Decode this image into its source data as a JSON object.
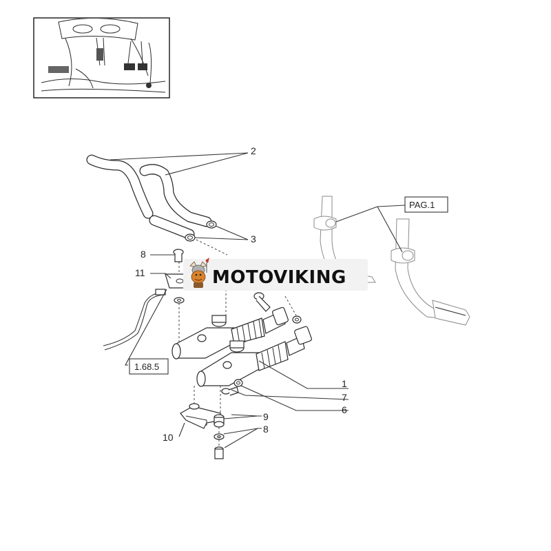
{
  "inset": {
    "label": "vehicle-cab-location-view"
  },
  "callouts": {
    "c2": "2",
    "c3": "3",
    "c8_top": "8",
    "c11": "11",
    "c1": "1",
    "c7": "7",
    "c6": "6",
    "c9": "9",
    "c8_bottom": "8",
    "c10": "10"
  },
  "references": {
    "pag1": "PAG.1",
    "ref_1685": "1.68.5"
  },
  "watermark": {
    "brand": "MOTOVIKING",
    "logo": "viking-mascot-icon"
  },
  "colors": {
    "line": "#333333",
    "watermark_band": "#f2f2f2",
    "logo_orange": "#d9822b"
  }
}
